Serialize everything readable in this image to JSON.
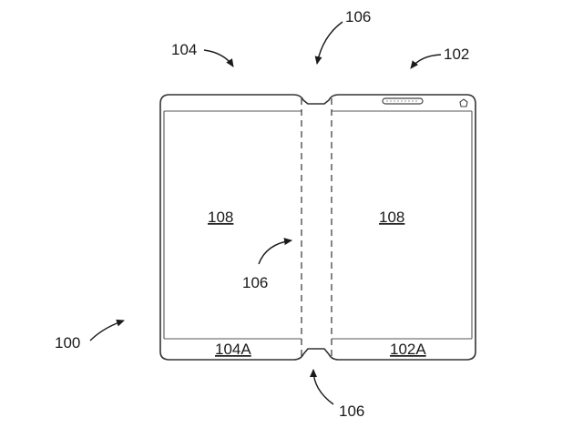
{
  "labels": {
    "device": "100",
    "device_part_right": "102",
    "device_part_left": "104",
    "hinge_top": "106",
    "hinge_middle": "106",
    "hinge_bottom": "106",
    "display_left": "108",
    "display_right": "108",
    "bezel_left": "104A",
    "bezel_right": "102A"
  }
}
